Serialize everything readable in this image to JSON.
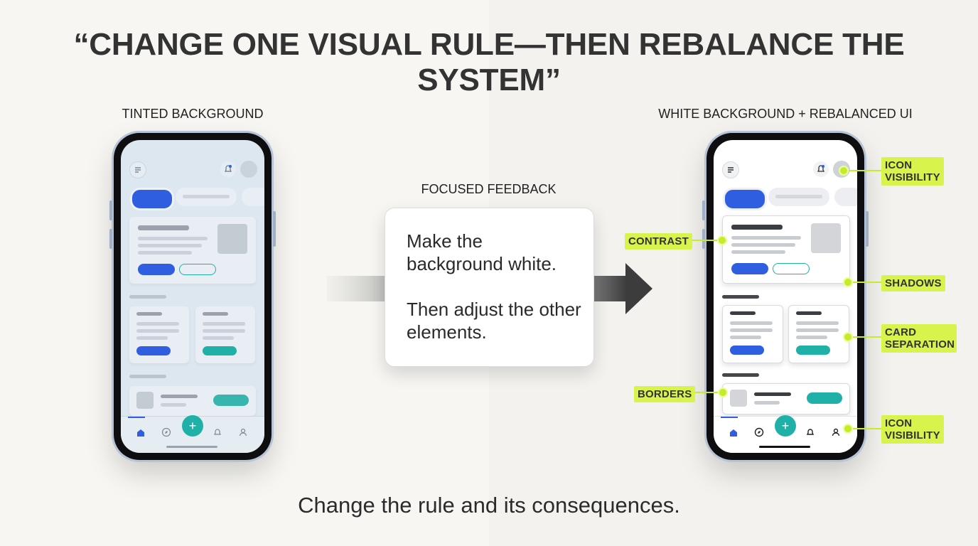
{
  "title": "“CHANGE ONE VISUAL RULE—THEN REBALANCE THE SYSTEM”",
  "left_label": "TINTED BACKGROUND",
  "right_label": "WHITE BACKGROUND + REBALANCED UI",
  "feedback": {
    "label": "FOCUSED FEEDBACK",
    "line1": "Make the background white.",
    "line2": "Then adjust the other elements."
  },
  "callouts": {
    "icon_visibility_top": "ICON VISIBILITY",
    "contrast": "CONTRAST",
    "shadows": "SHADOWS",
    "card_separation": "CARD SEPARATION",
    "borders": "BORDERS",
    "icon_visibility_bottom": "ICON VISIBILITY"
  },
  "caption": "Change the rule and its consequences.",
  "phone_icons": {
    "nav_add": "+",
    "nav_home": "home-icon",
    "nav_explore": "compass-icon",
    "nav_bell": "bell-icon",
    "nav_profile": "profile-icon",
    "menu": "menu-icon",
    "notification": "bell-icon"
  },
  "colors": {
    "accent_blue": "#2f5fe0",
    "accent_teal": "#1fb0a8",
    "callout_green": "#d8f44c",
    "tinted_bg": "#dde7ef",
    "white_bg": "#ffffff"
  }
}
